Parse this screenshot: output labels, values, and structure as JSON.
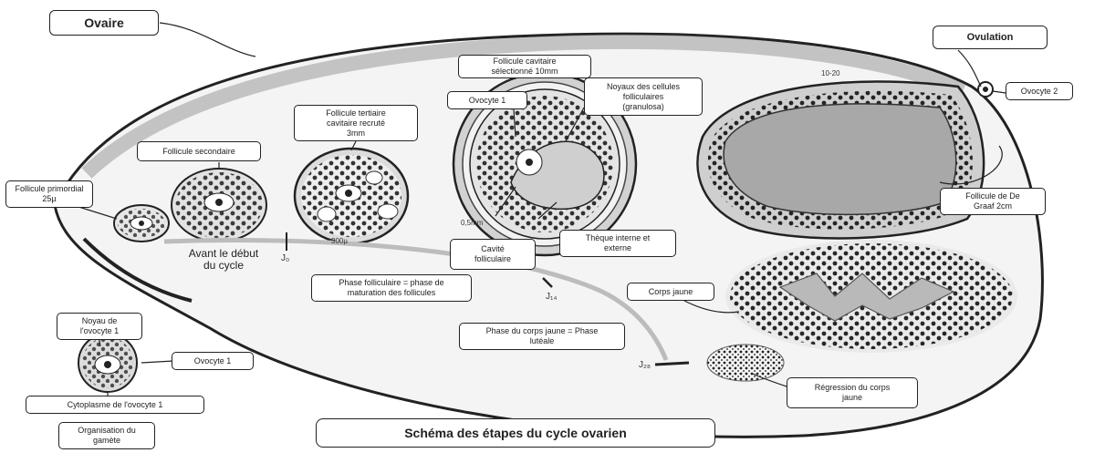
{
  "labels": {
    "ovaire": "Ovaire",
    "ovulation": "Ovulation",
    "ovocyte2": "Ovocyte 2",
    "follicule_cavitaire": "Follicule cavitaire\nsélectionné 10mm",
    "noyaux_cellules": "Noyaux des cellules\nfolliculaires\n(granulosa)",
    "ovocyte1_top": "Ovocyte 1",
    "follicule_tertiaire": "Follicule tertiaire\ncavitaire recruté\n3mm",
    "follicule_secondaire": "Follicule secondaire",
    "follicule_primordial": "Follicule primordial\n25µ",
    "cavite": "Cavité\nfolliculaire",
    "theque": "Thèque interne et\nexterne",
    "follicule_graaf": "Follicule de De\nGraaf 2cm",
    "corps_jaune": "Corps jaune",
    "phase_folliculaire": "Phase folliculaire = phase de\nmaturation des follicules",
    "phase_luteale": "Phase du corps jaune = Phase\nlutéale",
    "regression": "Régression du corps\njaune",
    "noyau_ovocyte": "Noyau de\nl'ovocyte 1",
    "ovocyte1_bottom": "Ovocyte 1",
    "cytoplasme": "Cytoplasme de l'ovocyte 1",
    "organisation": "Organisation du\ngamète",
    "title": "Schéma des étapes du cycle ovarien"
  },
  "annotations": {
    "avant": "Avant le début\ndu cycle",
    "j0": "J₀",
    "j14": "J₁₄",
    "j28": "J₂₈",
    "size_300": "300µ",
    "size_small": "0,5mm",
    "size_graaf": "10-20"
  }
}
